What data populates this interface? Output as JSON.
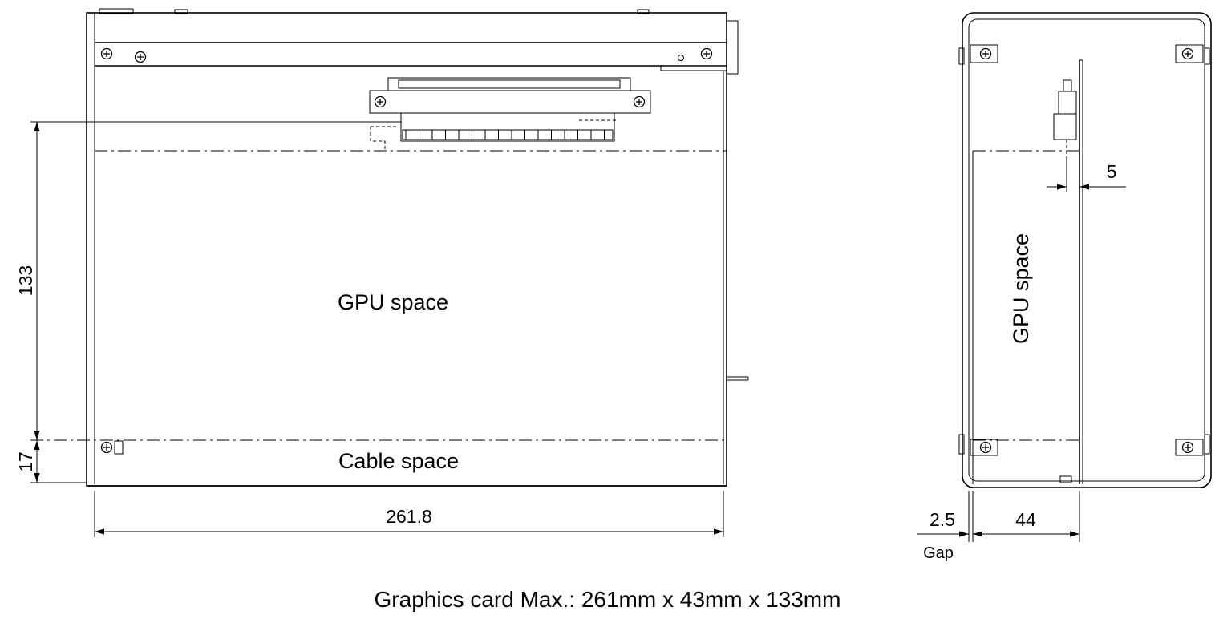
{
  "front_view": {
    "gpu_space_label": "GPU space",
    "cable_space_label": "Cable space",
    "height_gpu_dim": "133",
    "height_cable_dim": "17",
    "width_dim": "261.8"
  },
  "side_view": {
    "gpu_space_label": "GPU space",
    "clearance_dim": "5",
    "gap_dim": "2.5",
    "gap_label": "Gap",
    "thickness_dim": "44"
  },
  "caption": "Graphics card Max.: 261mm x 43mm x 133mm"
}
